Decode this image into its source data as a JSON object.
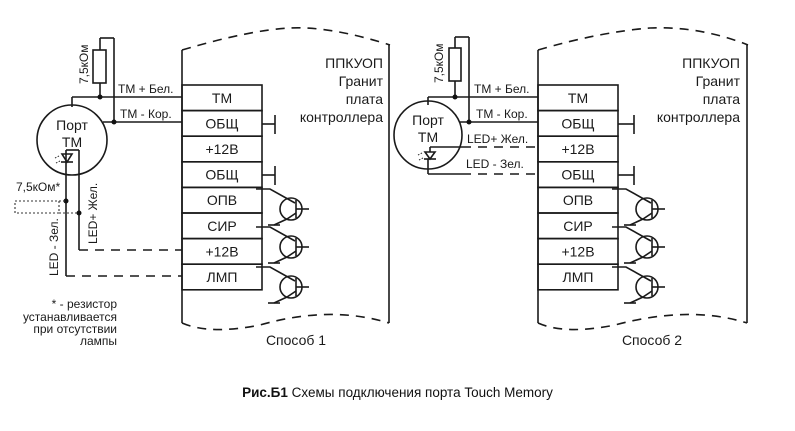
{
  "caption": {
    "label": "Рис.Б1",
    "text": "Схемы подключения порта Touch Memory"
  },
  "device": {
    "line1": "ППКУОП",
    "line2": "Гранит",
    "line3": "плата",
    "line4": "контроллера"
  },
  "terminals": [
    "ТМ",
    "ОБЩ",
    "+12В",
    "ОБЩ",
    "ОПВ",
    "СИР",
    "+12В",
    "ЛМП"
  ],
  "port": {
    "line1": "Порт",
    "line2": "ТМ"
  },
  "resistor_label": "7,5кОм",
  "optional_resistor_label": "7,5кОм*",
  "wires": {
    "tm_plus": "ТМ + Бел.",
    "tm_minus": "ТМ - Кор.",
    "led_plus": "LED+ Жел.",
    "led_minus": "LED - Зел."
  },
  "footnote": [
    "* - резистор",
    "устанавливается",
    "при отсутствии",
    "лампы"
  ],
  "method1_label": "Способ 1",
  "method2_label": "Способ 2"
}
